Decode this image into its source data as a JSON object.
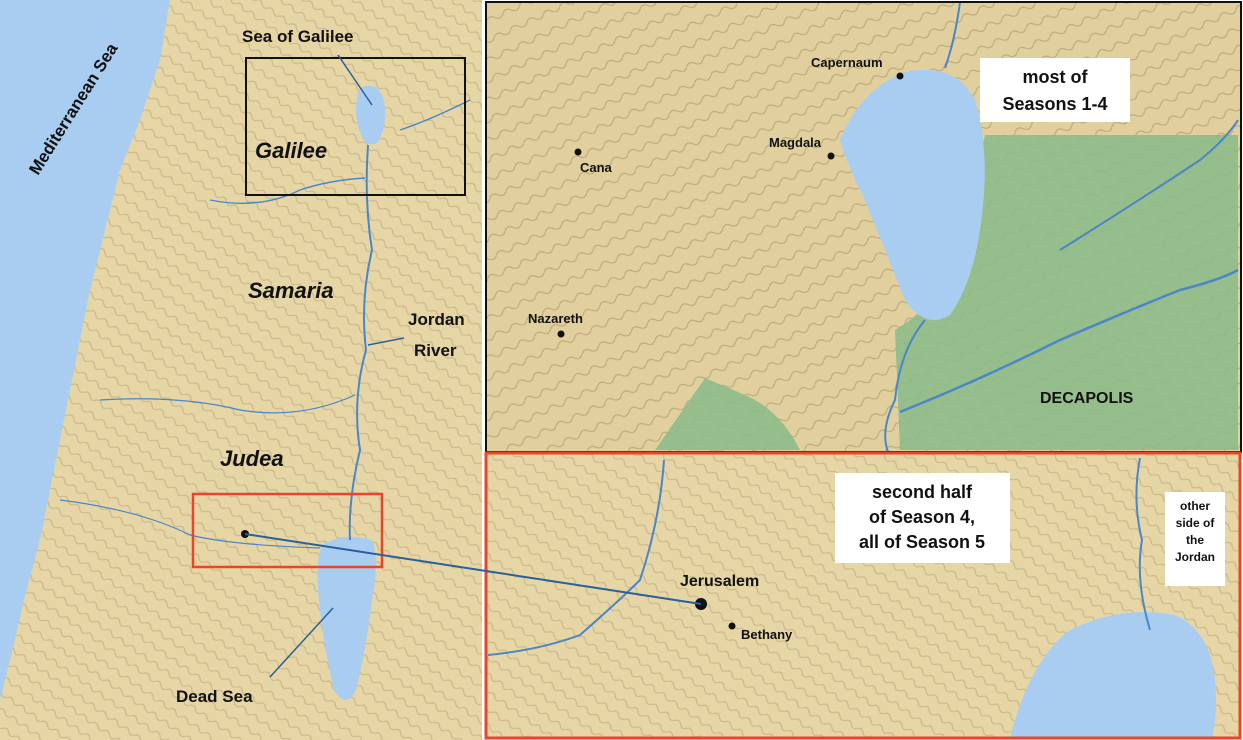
{
  "overview": {
    "mediterranean": "Mediterranean Sea",
    "sea_of_galilee": "Sea of Galilee",
    "galilee": "Galilee",
    "samaria": "Samaria",
    "jordan_river_line1": "Jordan",
    "jordan_river_line2": "River",
    "judea": "Judea",
    "dead_sea": "Dead Sea"
  },
  "galilee_detail": {
    "capernaum": "Capernaum",
    "magdala": "Magdala",
    "cana": "Cana",
    "nazareth": "Nazareth",
    "decapolis": "DECAPOLIS",
    "callout_line1": "most of",
    "callout_line2": "Seasons 1-4"
  },
  "judea_detail": {
    "jerusalem": "Jerusalem",
    "bethany": "Bethany",
    "callout_line1": "second half",
    "callout_line2": "of Season 4,",
    "callout_line3": "all of Season 5",
    "other_side_line1": "other",
    "other_side_line2": "side of",
    "other_side_line3": "the",
    "other_side_line4": "Jordan"
  },
  "colors": {
    "land": "#e6d6a6",
    "water": "#a9cdf0",
    "decapolis_green": "#8dbb8a",
    "galilee_box": "#111111",
    "judea_box": "#e8462a",
    "river": "#4a86c8"
  }
}
